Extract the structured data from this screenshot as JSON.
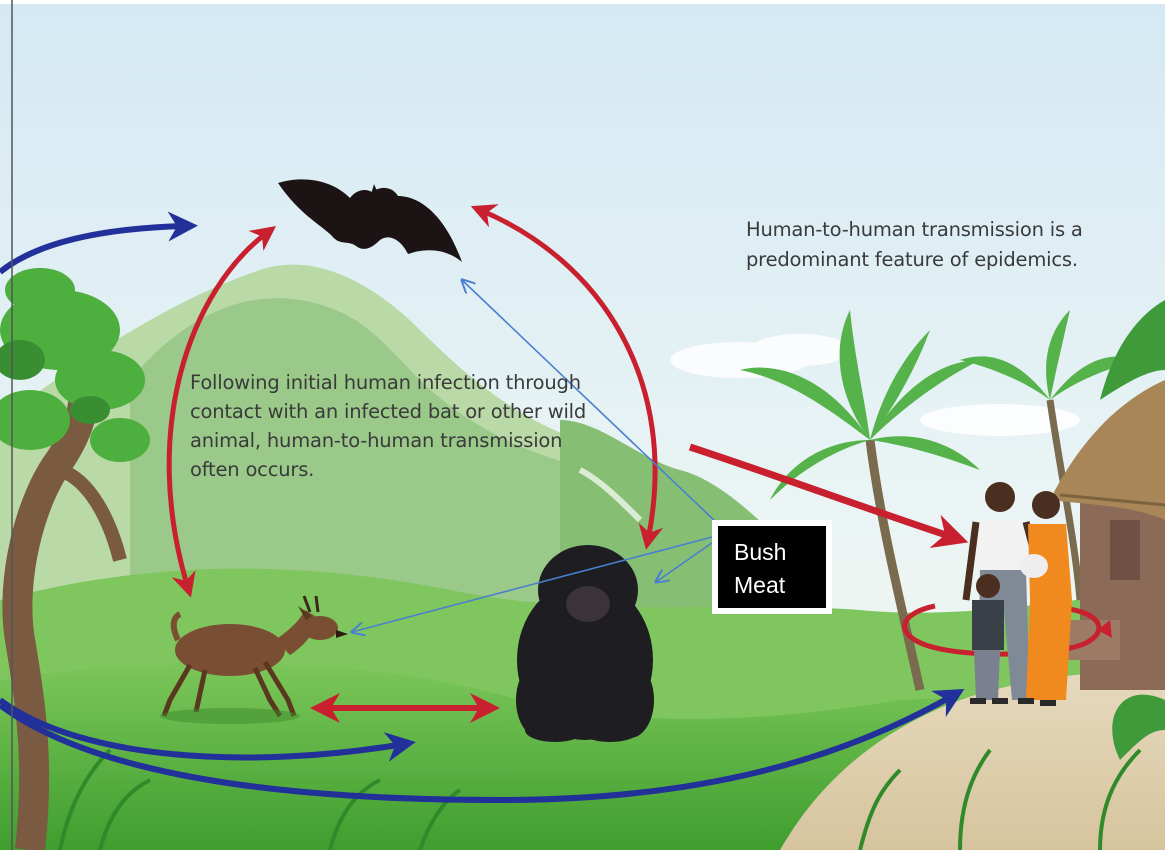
{
  "captions": {
    "left": [
      "Following initial human infection through",
      "contact with an infected bat or other wild",
      "animal, human-to-human transmission",
      "often occurs."
    ],
    "right": [
      "Human-to-human transmission is a",
      "predominant feature of epidemics."
    ]
  },
  "bush_meat_label": [
    "Bush",
    "Meat"
  ],
  "colors": {
    "red_arrow": "#c8202e",
    "blue_arrow": "#22309a",
    "thin_arrow": "#4a7fd0",
    "sky": "#dceef6",
    "grass": "#5cb83c",
    "hill": "#9cc98a"
  },
  "icons": [
    "bat",
    "duiker-antelope",
    "chimpanzee",
    "human-family",
    "hut",
    "palm-tree",
    "jungle-tree"
  ]
}
